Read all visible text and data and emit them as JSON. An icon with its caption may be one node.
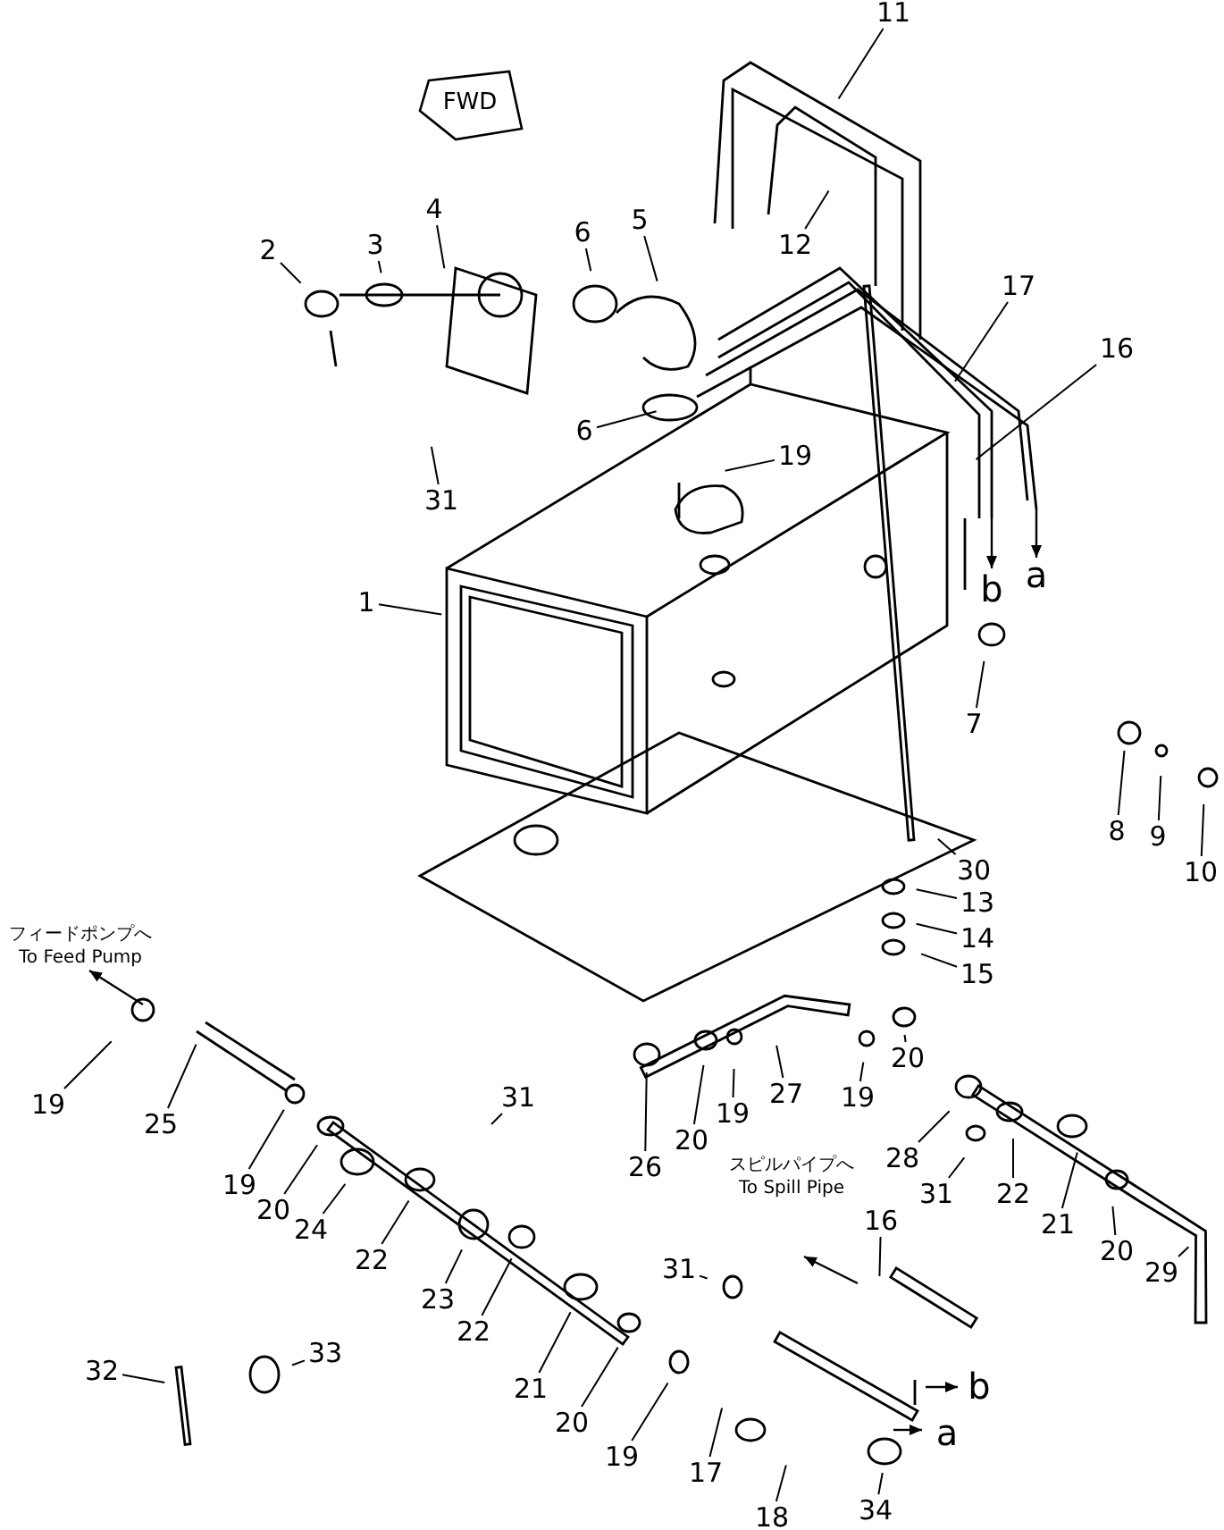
{
  "diagram": {
    "nodes": [
      {
        "text": [
          "1"
        ]
      },
      {
        "text": [
          "2"
        ]
      },
      {
        "text": [
          "3"
        ]
      },
      {
        "text": [
          "4"
        ]
      },
      {
        "text": [
          "5"
        ]
      },
      {
        "text": [
          "6"
        ]
      },
      {
        "text": [
          "6"
        ]
      },
      {
        "text": [
          "31"
        ]
      },
      {
        "text": [
          "19"
        ]
      },
      {
        "text": [
          "11"
        ]
      },
      {
        "text": [
          "12"
        ]
      },
      {
        "text": [
          "17"
        ]
      },
      {
        "text": [
          "16"
        ]
      },
      {
        "text": [
          "7"
        ]
      },
      {
        "text": [
          "8"
        ]
      },
      {
        "text": [
          "9"
        ]
      },
      {
        "text": [
          "10"
        ]
      },
      {
        "text": [
          "30"
        ]
      },
      {
        "text": [
          "13"
        ]
      },
      {
        "text": [
          "14"
        ]
      },
      {
        "text": [
          "15"
        ]
      },
      {
        "text": [
          "19"
        ]
      },
      {
        "text": [
          "25"
        ]
      },
      {
        "text": [
          "19"
        ]
      },
      {
        "text": [
          "20"
        ]
      },
      {
        "text": [
          "24"
        ]
      },
      {
        "text": [
          "22"
        ]
      },
      {
        "text": [
          "31"
        ]
      },
      {
        "text": [
          "23"
        ]
      },
      {
        "text": [
          "22"
        ]
      },
      {
        "text": [
          "21"
        ]
      },
      {
        "text": [
          "20"
        ]
      },
      {
        "text": [
          "19"
        ]
      },
      {
        "text": [
          "17"
        ]
      },
      {
        "text": [
          "18"
        ]
      },
      {
        "text": [
          "31"
        ]
      },
      {
        "text": [
          "16"
        ]
      },
      {
        "text": [
          "34"
        ]
      },
      {
        "text": [
          "26"
        ]
      },
      {
        "text": [
          "20"
        ]
      },
      {
        "text": [
          "19"
        ]
      },
      {
        "text": [
          "27"
        ]
      },
      {
        "text": [
          "19"
        ]
      },
      {
        "text": [
          "20"
        ]
      },
      {
        "text": [
          "28"
        ]
      },
      {
        "text": [
          "31"
        ]
      },
      {
        "text": [
          "22"
        ]
      },
      {
        "text": [
          "21"
        ]
      },
      {
        "text": [
          "20"
        ]
      },
      {
        "text": [
          "29"
        ]
      },
      {
        "text": [
          "32"
        ]
      },
      {
        "text": [
          "33"
        ]
      }
    ],
    "edges": [
      {
        "from": 0,
        "to": null,
        "arrow": "none"
      },
      {
        "from": 1,
        "to": null,
        "arrow": "none"
      },
      {
        "from": 2,
        "to": null,
        "arrow": "none"
      },
      {
        "from": 3,
        "to": null,
        "arrow": "none"
      },
      {
        "from": 4,
        "to": null,
        "arrow": "none"
      },
      {
        "from": 5,
        "to": null,
        "arrow": "none"
      },
      {
        "from": 6,
        "to": null,
        "arrow": "none"
      },
      {
        "from": 7,
        "to": null,
        "arrow": "none"
      },
      {
        "from": 8,
        "to": null,
        "arrow": "none"
      },
      {
        "from": 9,
        "to": null,
        "arrow": "none"
      },
      {
        "from": 10,
        "to": null,
        "arrow": "none"
      },
      {
        "from": 11,
        "to": null,
        "arrow": "none"
      },
      {
        "from": 12,
        "to": null,
        "arrow": "none"
      },
      {
        "from": 13,
        "to": null,
        "arrow": "none"
      },
      {
        "from": 14,
        "to": null,
        "arrow": "none"
      },
      {
        "from": 15,
        "to": null,
        "arrow": "none"
      },
      {
        "from": 16,
        "to": null,
        "arrow": "none"
      },
      {
        "from": 17,
        "to": null,
        "arrow": "none"
      },
      {
        "from": 18,
        "to": null,
        "arrow": "none"
      },
      {
        "from": 19,
        "to": null,
        "arrow": "none"
      },
      {
        "from": 20,
        "to": null,
        "arrow": "none"
      },
      {
        "from": 21,
        "to": null,
        "arrow": "none"
      },
      {
        "from": 22,
        "to": null,
        "arrow": "none"
      },
      {
        "from": 23,
        "to": null,
        "arrow": "none"
      },
      {
        "from": 24,
        "to": null,
        "arrow": "none"
      },
      {
        "from": 25,
        "to": null,
        "arrow": "none"
      },
      {
        "from": 26,
        "to": null,
        "arrow": "none"
      },
      {
        "from": 27,
        "to": null,
        "arrow": "none"
      },
      {
        "from": 28,
        "to": null,
        "arrow": "none"
      },
      {
        "from": 29,
        "to": null,
        "arrow": "none"
      },
      {
        "from": 30,
        "to": null,
        "arrow": "none"
      },
      {
        "from": 31,
        "to": null,
        "arrow": "none"
      },
      {
        "from": 32,
        "to": null,
        "arrow": "none"
      },
      {
        "from": 33,
        "to": null,
        "arrow": "none"
      },
      {
        "from": 34,
        "to": null,
        "arrow": "none"
      },
      {
        "from": 35,
        "to": null,
        "arrow": "none"
      },
      {
        "from": 36,
        "to": null,
        "arrow": "none"
      },
      {
        "from": 37,
        "to": null,
        "arrow": "none"
      },
      {
        "from": 38,
        "to": null,
        "arrow": "none"
      },
      {
        "from": 39,
        "to": null,
        "arrow": "none"
      },
      {
        "from": 40,
        "to": null,
        "arrow": "none"
      },
      {
        "from": 41,
        "to": null,
        "arrow": "none"
      },
      {
        "from": 42,
        "to": null,
        "arrow": "none"
      },
      {
        "from": 43,
        "to": null,
        "arrow": "none"
      },
      {
        "from": 44,
        "to": null,
        "arrow": "none"
      },
      {
        "from": 45,
        "to": null,
        "arrow": "none"
      },
      {
        "from": 46,
        "to": null,
        "arrow": "none"
      },
      {
        "from": 47,
        "to": null,
        "arrow": "none"
      },
      {
        "from": 48,
        "to": null,
        "arrow": "none"
      },
      {
        "from": 49,
        "to": null,
        "arrow": "none"
      },
      {
        "from": 50,
        "to": null,
        "arrow": "none"
      },
      {
        "from": 51,
        "to": null,
        "arrow": "none"
      }
    ],
    "labels": [
      "FWD",
      "b",
      "a",
      "フィードポンプへ",
      "To Feed Pump",
      "スピルパイプへ",
      "To Spill Pipe",
      "b",
      "a"
    ]
  }
}
